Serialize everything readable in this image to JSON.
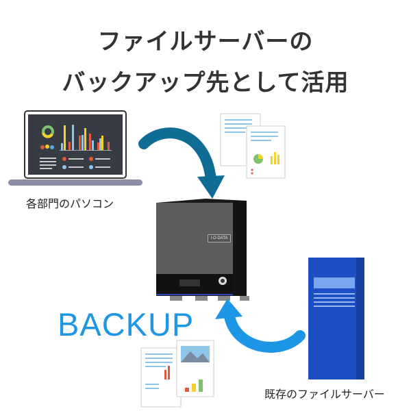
{
  "title": {
    "line1": "ファイルサーバーの",
    "line2": "バックアップ先として活用"
  },
  "labels": {
    "pc": "各部門のパソコン",
    "backup": "BACKUP",
    "server": "既存のファイルサーバー"
  },
  "nas": {
    "logo": "I·O DATA"
  },
  "colors": {
    "arrow": "#0f6d95",
    "backup_text": "#1e96e6",
    "server": "#1d4fc4",
    "title": "#333333"
  }
}
